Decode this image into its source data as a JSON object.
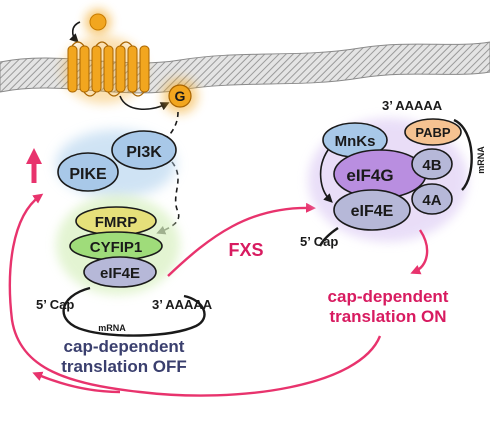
{
  "labels": {
    "g_protein": "G",
    "pike": "PIKE",
    "pi3k": "PI3K",
    "fmrp": "FMRP",
    "cyfip1": "CYFIP1",
    "eif4e_left": "eIF4E",
    "cap_left": "5’ Cap",
    "polya_left": "3’ AAAAA",
    "mrna_left": "mRNA",
    "off_line1": "cap-dependent",
    "off_line2": "translation OFF",
    "fxs": "FXS",
    "mnks": "MnKs",
    "pabp": "PABP",
    "eif4g": "eIF4G",
    "eif4b": "4B",
    "eif4a": "4A",
    "eif4e_right": "eIF4E",
    "cap_right": "5’ Cap",
    "polya_right": "3’ AAAAA",
    "mrna_right": "mRNA",
    "on_line1": "cap-dependent",
    "on_line2": "translation ON"
  },
  "colors": {
    "pink_arrow": "#e8336d",
    "receptor": "#f2a61f",
    "ligand": "#f2a61f",
    "pike_pi3k": "#a8c8e8",
    "fmrp": "#e6e07a",
    "cyfip1": "#9fdc7a",
    "eif4e": "#b6b8d8",
    "mnks": "#a8c8e8",
    "pabp": "#f5c291",
    "eif4g": "#b98ee0",
    "eif4_small": "#b6b8d8",
    "off_text": "#3a3f6e",
    "on_text": "#d81b60"
  }
}
